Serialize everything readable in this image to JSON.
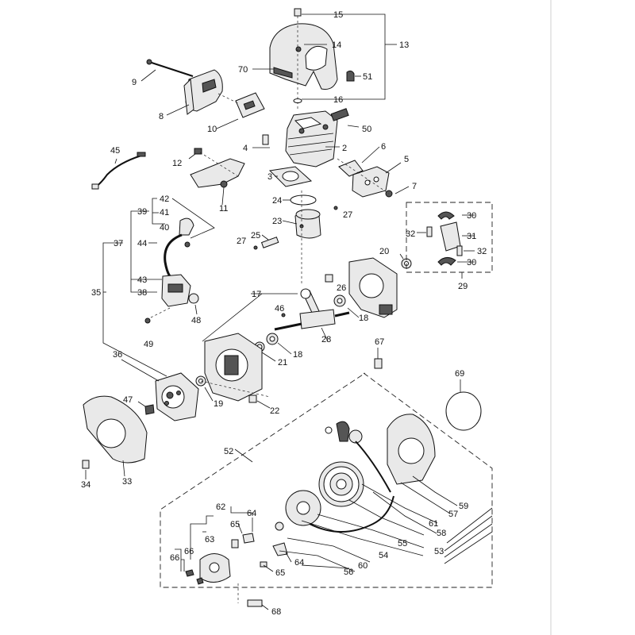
{
  "diagram": {
    "labels": [
      "15",
      "14",
      "13",
      "70",
      "51",
      "16",
      "9",
      "8",
      "10",
      "50",
      "4",
      "2",
      "6",
      "5",
      "12",
      "7",
      "3",
      "45",
      "11",
      "24",
      "42",
      "27",
      "39",
      "41",
      "23",
      "40",
      "37",
      "44",
      "25",
      "27",
      "30",
      "32",
      "31",
      "32",
      "20",
      "30",
      "29",
      "43",
      "26",
      "35",
      "38",
      "17",
      "48",
      "46",
      "18",
      "49",
      "28",
      "18",
      "21",
      "36",
      "67",
      "69",
      "47",
      "19",
      "22",
      "52",
      "34",
      "33",
      "62",
      "59",
      "64",
      "65",
      "57",
      "61",
      "58",
      "63",
      "66",
      "66",
      "55",
      "53",
      "64",
      "54",
      "65",
      "56",
      "60",
      "68"
    ]
  }
}
